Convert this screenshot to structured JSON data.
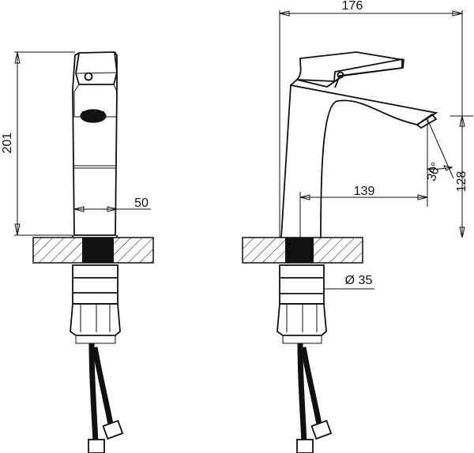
{
  "dimensions": {
    "width_total": "176",
    "height_total": "201",
    "base_width": "50",
    "spout_reach": "139",
    "spout_height": "128",
    "spout_angle": "30°",
    "hole_diameter": "Ø 35"
  },
  "colors": {
    "line": "#111111",
    "background": "#ffffff"
  }
}
